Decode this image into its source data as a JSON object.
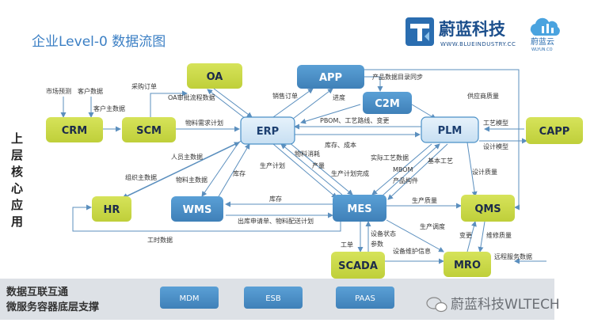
{
  "title": "企业Level-0 数据流图",
  "side_label": "上层核心应用",
  "brand": {
    "name": "蔚蓝科技",
    "url": "WWW.BLUEINDUSTRY.CC",
    "cloud_name": "蔚蓝云",
    "cloud_url": "WLYUN.CO",
    "logo_icon": "blue-industry-logo-icon",
    "cloud_icon": "cloud-icon"
  },
  "watermark": "蔚蓝科技WLTECH",
  "colors": {
    "green_node": "#c9d946",
    "blue_node": "#4a90c7",
    "arrow": "#5b8fbe",
    "bar": "#d9dde3",
    "title": "#3b7fc4"
  },
  "nodes": [
    {
      "id": "oa",
      "label": "OA",
      "color": "green"
    },
    {
      "id": "app",
      "label": "APP",
      "color": "blue"
    },
    {
      "id": "c2m",
      "label": "C2M",
      "color": "blue"
    },
    {
      "id": "crm",
      "label": "CRM",
      "color": "green"
    },
    {
      "id": "scm",
      "label": "SCM",
      "color": "green"
    },
    {
      "id": "erp",
      "label": "ERP",
      "color": "blue-light"
    },
    {
      "id": "plm",
      "label": "PLM",
      "color": "blue-light"
    },
    {
      "id": "capp",
      "label": "CAPP",
      "color": "green"
    },
    {
      "id": "hr",
      "label": "HR",
      "color": "green"
    },
    {
      "id": "wms",
      "label": "WMS",
      "color": "blue"
    },
    {
      "id": "mes",
      "label": "MES",
      "color": "blue"
    },
    {
      "id": "qms",
      "label": "QMS",
      "color": "green"
    },
    {
      "id": "scada",
      "label": "SCADA",
      "color": "green"
    },
    {
      "id": "mro",
      "label": "MRO",
      "color": "green"
    }
  ],
  "edge_labels": [
    "市场预测",
    "客户数据",
    "客户主数据",
    "采购订单",
    "OA审批流程数据",
    "物料需求计划",
    "销售订单",
    "进度",
    "产品数据目录同步",
    "供应商质量",
    "PBOM、工艺路线、变更",
    "工艺模型",
    "库存、成本",
    "设计模型",
    "人员主数据",
    "组织主数据",
    "物料主数据",
    "库存",
    "生产计划",
    "物料消耗",
    "产量",
    "生产计划完成",
    "实际工艺数据",
    "基本工艺",
    "MBOM",
    "产品构件",
    "设计质量",
    "库存",
    "出库申请单、物料配送计划",
    "生产质量",
    "生产调度",
    "设备状态",
    "参数",
    "工单",
    "设备维护信息",
    "变更",
    "维修质量",
    "远程服务数据",
    "工时数据"
  ],
  "infrastructure": {
    "title_line1": "数据互联互通",
    "title_line2": "微服务容器底层支撑",
    "items": [
      "MDM",
      "ESB",
      "PAAS"
    ]
  }
}
